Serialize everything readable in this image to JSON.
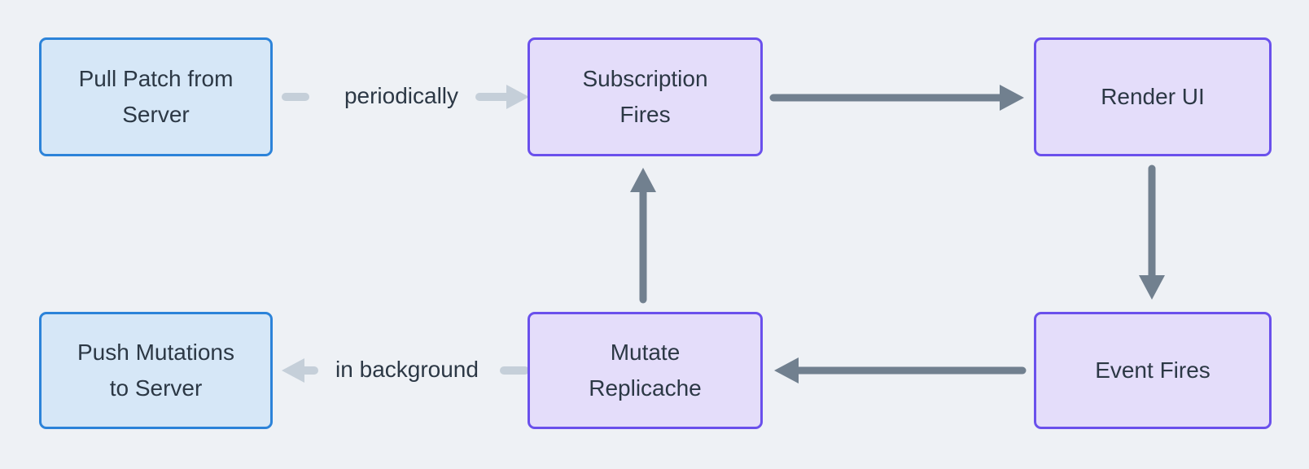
{
  "diagram": {
    "title": "replicache-data-flow"
  },
  "nodes": {
    "pull_patch": {
      "label": "Pull Patch from\nServer",
      "kind": "server-sync"
    },
    "subscription_fires": {
      "label": "Subscription\nFires",
      "kind": "client-loop"
    },
    "render_ui": {
      "label": "Render UI",
      "kind": "client-loop"
    },
    "push_mutations": {
      "label": "Push Mutations\nto Server",
      "kind": "server-sync"
    },
    "mutate_replicache": {
      "label": "Mutate\nReplicache",
      "kind": "client-loop"
    },
    "event_fires": {
      "label": "Event Fires",
      "kind": "client-loop"
    }
  },
  "edge_labels": {
    "periodically": "periodically",
    "in_background": "in background"
  },
  "edges": [
    {
      "from": "pull_patch",
      "to": "subscription_fires",
      "label": "periodically",
      "style": "light"
    },
    {
      "from": "subscription_fires",
      "to": "render_ui",
      "label": "",
      "style": "dark"
    },
    {
      "from": "render_ui",
      "to": "event_fires",
      "label": "",
      "style": "dark"
    },
    {
      "from": "event_fires",
      "to": "mutate_replicache",
      "label": "",
      "style": "dark"
    },
    {
      "from": "mutate_replicache",
      "to": "subscription_fires",
      "label": "",
      "style": "dark"
    },
    {
      "from": "mutate_replicache",
      "to": "push_mutations",
      "label": "in background",
      "style": "light"
    }
  ],
  "colors": {
    "background": "#eef1f5",
    "server_node_fill": "#d6e7f7",
    "server_node_border": "#2c83d9",
    "client_node_fill": "#e4ddfa",
    "client_node_border": "#6a50ec",
    "flow_arrow": "#71808f",
    "background_arrow": "#c5cfd9",
    "text": "#2c3845"
  }
}
